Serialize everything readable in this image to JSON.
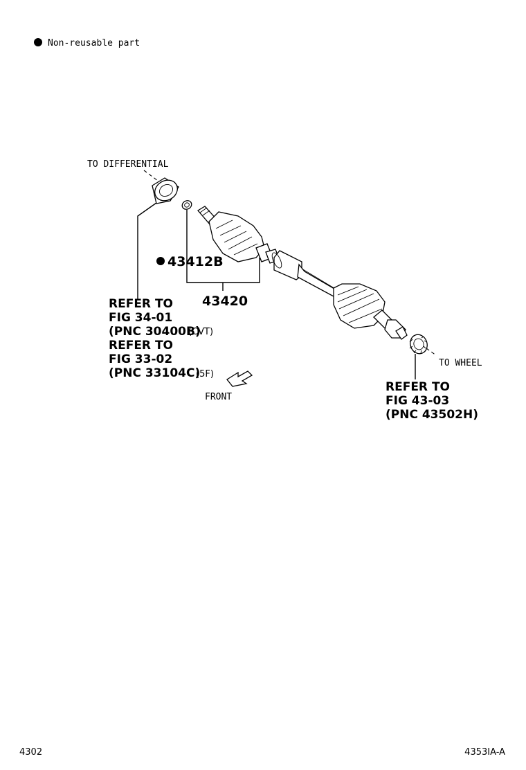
{
  "legend": {
    "text": "Non-reusable part"
  },
  "labels": {
    "to_differential": "TO DIFFERENTIAL",
    "to_wheel": "TO WHEEL",
    "front": "FRONT"
  },
  "part_numbers": {
    "clip": "43412B",
    "shaft": "43420"
  },
  "refs": {
    "diff_cvt": {
      "line1": "REFER TO",
      "line2": "FIG 34-01",
      "line3": "(PNC 30400B)",
      "variant": "(CVT)"
    },
    "diff_5f": {
      "line1": "REFER TO",
      "line2": "FIG 33-02",
      "line3": "(PNC 33104C)",
      "variant": "(5F)"
    },
    "wheel": {
      "line1": "REFER TO",
      "line2": "FIG 43-03",
      "line3": "(PNC 43502H)"
    }
  },
  "footer": {
    "page": "4302",
    "code": "4353IA-A"
  }
}
